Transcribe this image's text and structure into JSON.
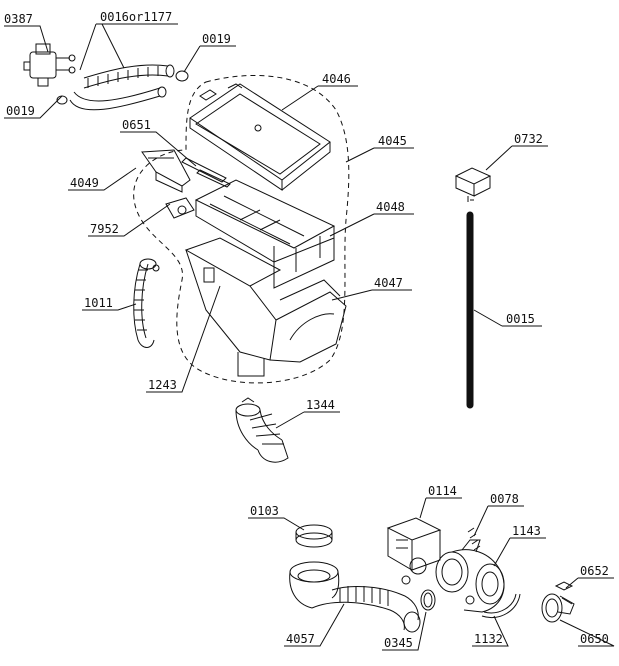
{
  "diagram": {
    "labels": {
      "l0387": "0387",
      "l0016": "0016or1177",
      "l0019a": "0019",
      "l0019b": "0019",
      "l4046": "4046",
      "l0651": "0651",
      "l4045": "4045",
      "l0732": "0732",
      "l4049": "4049",
      "l4048": "4048",
      "l7952": "7952",
      "l4047": "4047",
      "l1011": "1011",
      "l0015": "0015",
      "l1243": "1243",
      "l1344": "1344",
      "l0103": "0103",
      "l0114": "0114",
      "l0078": "0078",
      "l1143": "1143",
      "l0652": "0652",
      "l4057": "4057",
      "l0345": "0345",
      "l1132": "1132",
      "l0650": "0650"
    }
  }
}
